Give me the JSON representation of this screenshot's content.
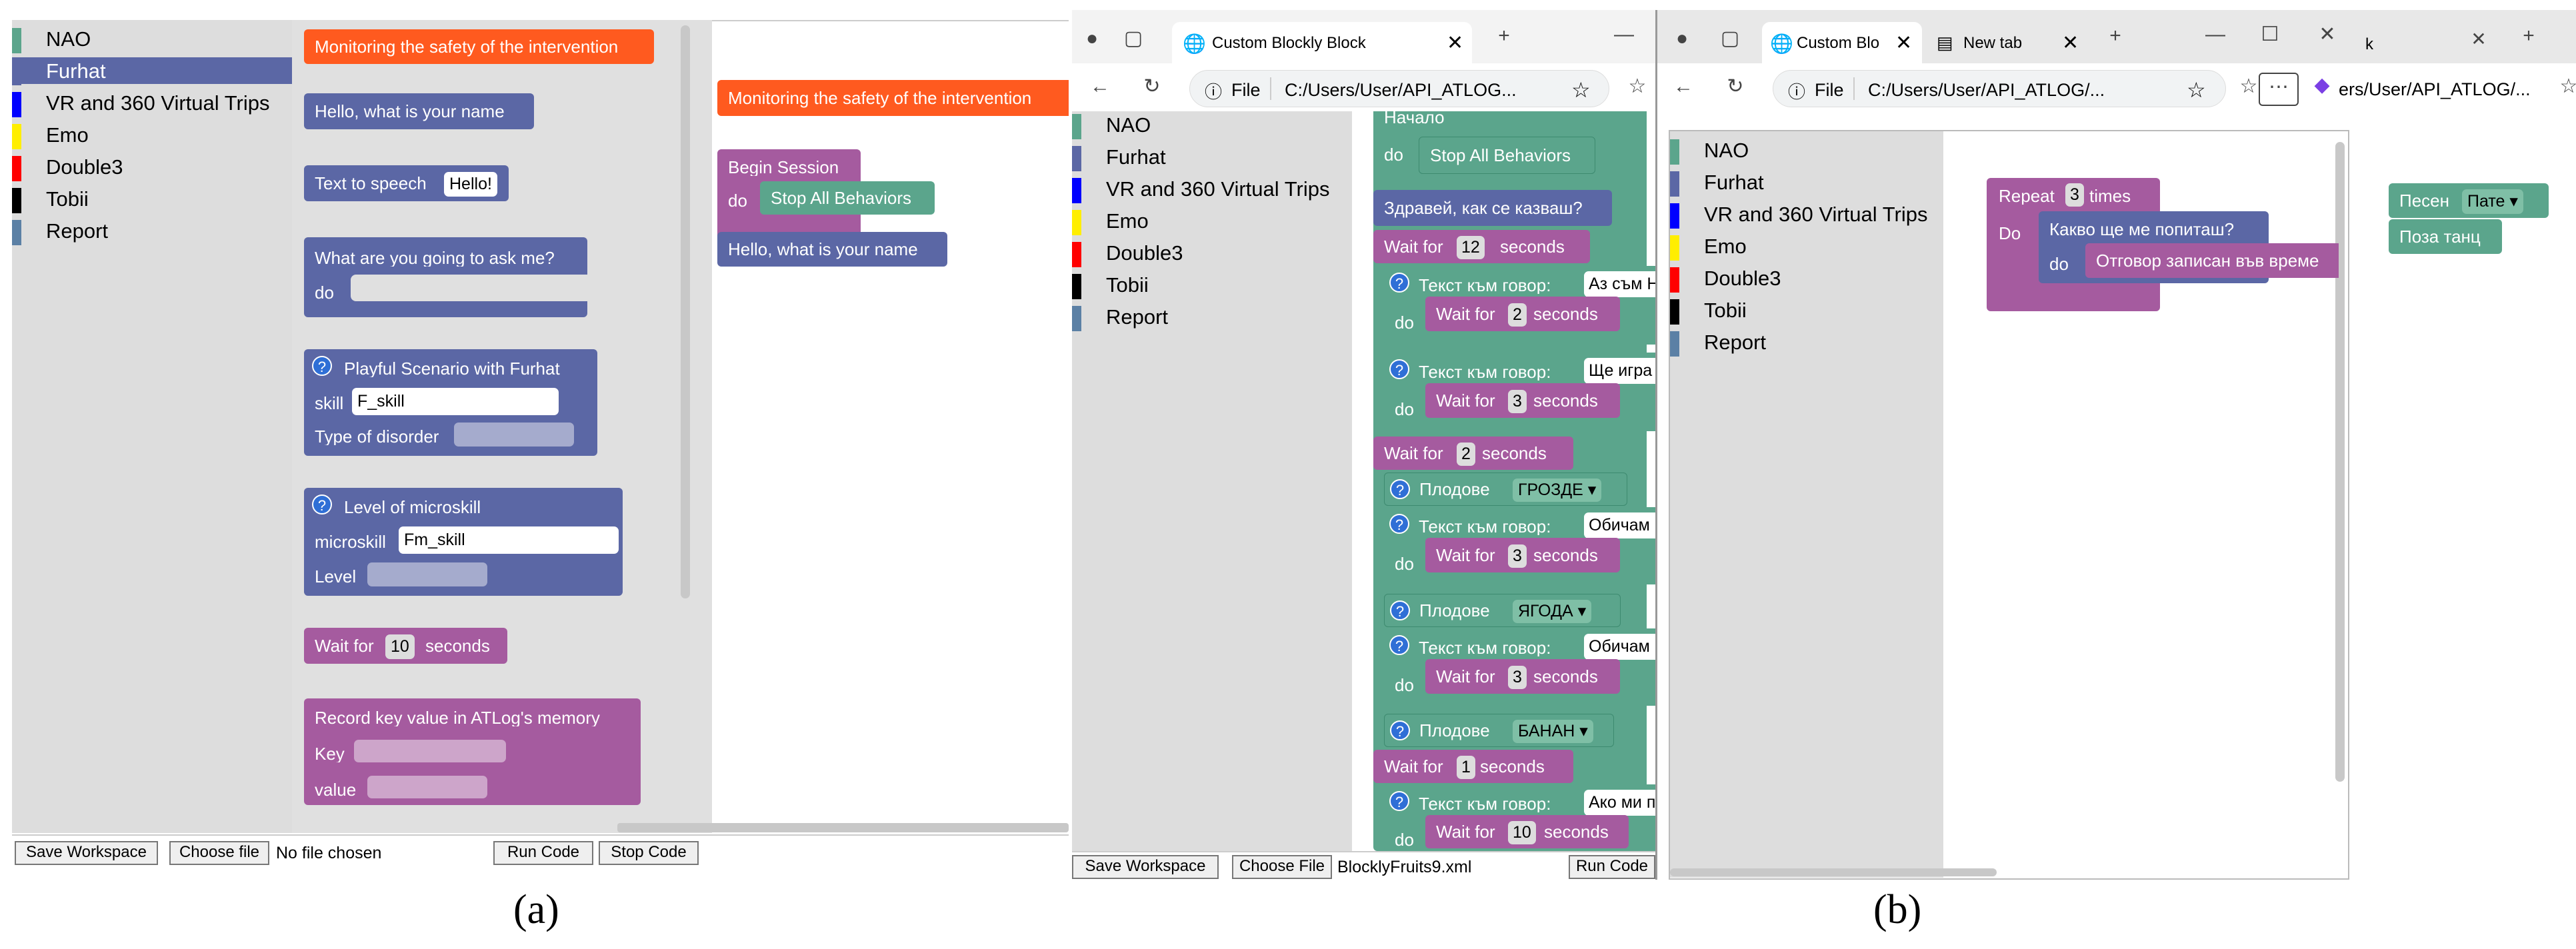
{
  "panel_a": {
    "toolbox": [
      {
        "label": "NAO",
        "color": "#5ba58c"
      },
      {
        "label": "Furhat",
        "color": "#5b67a5",
        "selected": true
      },
      {
        "label": "VR and 360 Virtual Trips",
        "color": "#0000ff"
      },
      {
        "label": "Emo",
        "color": "#ffee00"
      },
      {
        "label": "Double3",
        "color": "#ff0000"
      },
      {
        "label": "Tobii",
        "color": "#000000"
      },
      {
        "label": "Report",
        "color": "#5b80a5"
      }
    ],
    "flyout": {
      "monitoring": "Monitoring the safety of the intervention",
      "hello": "Hello, what is your name",
      "tts_label": "Text to speech",
      "tts_value": "Hello!",
      "ask_label": "What are you going to ask me?",
      "ask_do": "do",
      "playful": "Playful Scenario with Furhat",
      "skill_label": "skill",
      "skill_value": "F_skill",
      "disorder_label": "Type of disorder",
      "microskill_title": "Level of microskill",
      "microskill_label": "microskill",
      "microskill_value": "Fm_skill",
      "level_label": "Level",
      "wait_label": "Wait for",
      "wait_value": "10",
      "wait_unit": "seconds",
      "record": "Record key value in ATLog's memory",
      "key_label": "Key",
      "value_label": "value"
    },
    "workspace": {
      "monitoring": "Monitoring the safety of the intervention",
      "begin": "Begin Session",
      "do": "do",
      "stop": "Stop All Behaviors",
      "hello": "Hello, what is your name"
    },
    "buttons": {
      "save": "Save Workspace",
      "choose": "Choose file",
      "no_file": "No file chosen",
      "run": "Run Code",
      "stop": "Stop Code"
    },
    "caption": "(a)"
  },
  "panel_b": {
    "tab_left": "Custom Blockly Block",
    "address_left": "C:/Users/User/API_ATLOG...",
    "file_label": "File",
    "toolbox_left": [
      {
        "label": "NAO",
        "color": "#5ba58c"
      },
      {
        "label": "Furhat",
        "color": "#5b67a5"
      },
      {
        "label": "VR and 360 Virtual Trips",
        "color": "#0000ff"
      },
      {
        "label": "Emo",
        "color": "#ffee00"
      },
      {
        "label": "Double3",
        "color": "#ff0000"
      },
      {
        "label": "Tobii",
        "color": "#000000"
      },
      {
        "label": "Report",
        "color": "#5b80a5"
      }
    ],
    "script": {
      "start": "Начало",
      "do": "do",
      "stop": "Stop All Behaviors",
      "greet": "Здравей, как се казваш?",
      "wait": "Wait for",
      "seconds": "seconds",
      "w12": "12",
      "speech": "Текст към говор:",
      "s1": "Аз съм Н",
      "w2": "2",
      "s2": "Ще игра",
      "w3": "3",
      "fruits": "Плодове",
      "grapes": "ГРОЗДЕ",
      "s3": "Обичам",
      "strawberry": "ЯГОДА",
      "banana": "БАНАН",
      "w1": "1",
      "s4": "Ако ми п",
      "w10": "10"
    },
    "buttons_left": {
      "save": "Save Workspace",
      "choose": "Choose File",
      "file": "BlocklyFruits9.xml",
      "run": "Run Code"
    },
    "tab_right": "Custom Blo",
    "tab_new": "New tab",
    "tab_far": "k",
    "address_right": "C:/Users/User/API_ATLOG/...",
    "address_far": "ers/User/API_ATLOG/...",
    "toolbox_right": [
      {
        "label": "NAO",
        "color": "#5ba58c"
      },
      {
        "label": "Furhat",
        "color": "#5b67a5"
      },
      {
        "label": "VR and 360 Virtual Trips",
        "color": "#0000ff"
      },
      {
        "label": "Emo",
        "color": "#ffee00"
      },
      {
        "label": "Double3",
        "color": "#ff0000"
      },
      {
        "label": "Tobii",
        "color": "#000000"
      },
      {
        "label": "Report",
        "color": "#5b80a5"
      }
    ],
    "repeat": {
      "label": "Repeat",
      "count": "3",
      "times": "times",
      "do_upper": "Do",
      "question": "Какво ще ме попиташ?",
      "do": "do",
      "answer": "Отговор записан във време"
    },
    "song": {
      "label": "Песен",
      "value": "Пате"
    },
    "dance": "Поза танц",
    "caption": "(b)"
  }
}
